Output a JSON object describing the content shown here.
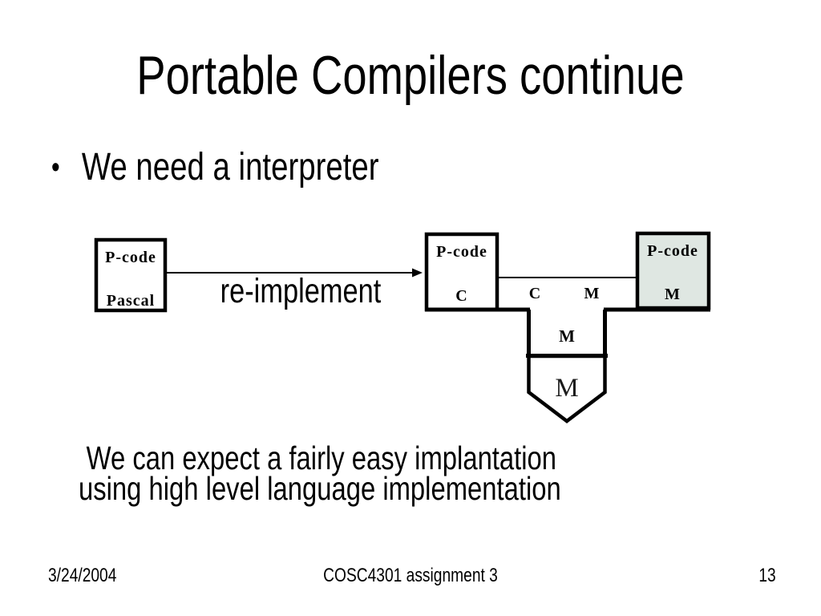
{
  "slide": {
    "title": "Portable Compilers continue",
    "bullet": {
      "marker": "•",
      "text": "We need a interpreter"
    },
    "caption": {
      "line1": "We can expect a fairly easy implantation",
      "line2": "using high level language implementation"
    },
    "footer": {
      "date": "3/24/2004",
      "center": "COSC4301 assignment 3",
      "page_number": "13"
    }
  },
  "diagram": {
    "arrow_label": "re-implement",
    "pascal_box": {
      "top_label": "P-code",
      "bottom_label": "Pascal"
    },
    "c_box": {
      "top_label": "P-code",
      "bottom_label": "C"
    },
    "m_box": {
      "top_label": "P-code",
      "bottom_label": "M",
      "fill": "#dfe7e2"
    },
    "crossbar": {
      "left_label": "C",
      "right_label": "M"
    },
    "stem_label": "M",
    "interpreter_label": "M",
    "line_color": "#000000"
  }
}
